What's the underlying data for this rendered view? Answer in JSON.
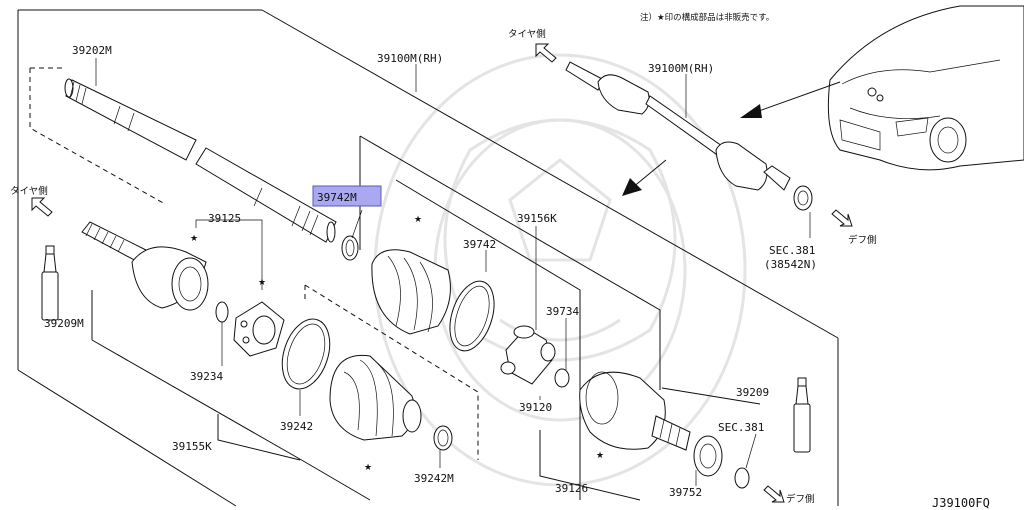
{
  "note": "注）★印の構成部品は非販売です。",
  "directions": {
    "tire_side_top": "タイヤ側",
    "tire_side_left": "タイヤ側",
    "diff_side_upper": "デフ側",
    "diff_side_lower": "デフ側"
  },
  "labels": {
    "p39202M": "39202M",
    "p39100M_main": "39100M(RH)",
    "p39100M_inset": "39100M(RH)",
    "p39742M": "39742M",
    "p39125": "39125",
    "p39156K": "39156K",
    "p39742": "39742",
    "p39209M": "39209M",
    "p39734": "39734",
    "p39234": "39234",
    "p39120": "39120",
    "p39209": "39209",
    "p39242": "39242",
    "p39155K": "39155K",
    "p39126": "39126",
    "p39242M": "39242M",
    "p39752": "39752",
    "sec381_top": "SEC.381",
    "sec381_top_ref": "(38542N)",
    "sec381_bottom": "SEC.381"
  },
  "stars": [
    "★",
    "★",
    "★",
    "★",
    "★"
  ],
  "highlight_color": "#a9a8f0",
  "diagram_code": "J39100FQ"
}
